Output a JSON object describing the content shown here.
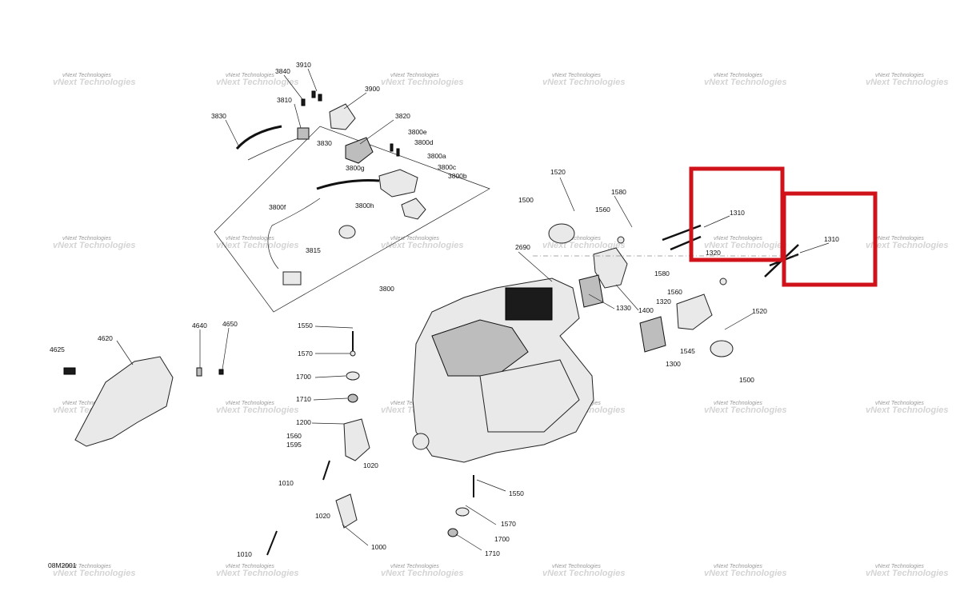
{
  "diagram": {
    "drawing_code": "08M2001",
    "watermark": "vNext Technologies",
    "highlight_color": "#d0121b",
    "part_labels": [
      {
        "id": "p3910",
        "text": "3910"
      },
      {
        "id": "p3840",
        "text": "3840"
      },
      {
        "id": "p3810",
        "text": "3810"
      },
      {
        "id": "p3900",
        "text": "3900"
      },
      {
        "id": "p3830a",
        "text": "3830"
      },
      {
        "id": "p3830b",
        "text": "3830"
      },
      {
        "id": "p3820",
        "text": "3820"
      },
      {
        "id": "p3800e",
        "text": "3800e"
      },
      {
        "id": "p3800d",
        "text": "3800d"
      },
      {
        "id": "p3800a",
        "text": "3800a"
      },
      {
        "id": "p3800g",
        "text": "3800g"
      },
      {
        "id": "p3800c",
        "text": "3800c"
      },
      {
        "id": "p3800b",
        "text": "3800b"
      },
      {
        "id": "p3800f",
        "text": "3800f"
      },
      {
        "id": "p3800h",
        "text": "3800h"
      },
      {
        "id": "p3815",
        "text": "3815"
      },
      {
        "id": "p3800",
        "text": "3800"
      },
      {
        "id": "p1520a",
        "text": "1520"
      },
      {
        "id": "p1580a",
        "text": "1580"
      },
      {
        "id": "p1500a",
        "text": "1500"
      },
      {
        "id": "p1560a",
        "text": "1560"
      },
      {
        "id": "p1310a",
        "text": "1310"
      },
      {
        "id": "p1310b",
        "text": "1310"
      },
      {
        "id": "p1320a",
        "text": "1320"
      },
      {
        "id": "p2690",
        "text": "2690"
      },
      {
        "id": "p1580b",
        "text": "1580"
      },
      {
        "id": "p1560b",
        "text": "1560"
      },
      {
        "id": "p1320b",
        "text": "1320"
      },
      {
        "id": "p1330",
        "text": "1330"
      },
      {
        "id": "p1400",
        "text": "1400"
      },
      {
        "id": "p1520b",
        "text": "1520"
      },
      {
        "id": "p1545",
        "text": "1545"
      },
      {
        "id": "p1300",
        "text": "1300"
      },
      {
        "id": "p1500b",
        "text": "1500"
      },
      {
        "id": "p4640",
        "text": "4640"
      },
      {
        "id": "p4650",
        "text": "4650"
      },
      {
        "id": "p4620",
        "text": "4620"
      },
      {
        "id": "p4625",
        "text": "4625"
      },
      {
        "id": "p1550a",
        "text": "1550"
      },
      {
        "id": "p1570a",
        "text": "1570"
      },
      {
        "id": "p1700a",
        "text": "1700"
      },
      {
        "id": "p1710a",
        "text": "1710"
      },
      {
        "id": "p1200",
        "text": "1200"
      },
      {
        "id": "p1560c",
        "text": "1560"
      },
      {
        "id": "p1595",
        "text": "1595"
      },
      {
        "id": "p1020a",
        "text": "1020"
      },
      {
        "id": "p1010a",
        "text": "1010"
      },
      {
        "id": "p1550b",
        "text": "1550"
      },
      {
        "id": "p1020b",
        "text": "1020"
      },
      {
        "id": "p1570b",
        "text": "1570"
      },
      {
        "id": "p1700b",
        "text": "1700"
      },
      {
        "id": "p1000",
        "text": "1000"
      },
      {
        "id": "p1010b",
        "text": "1010"
      },
      {
        "id": "p1710b",
        "text": "1710"
      }
    ]
  }
}
